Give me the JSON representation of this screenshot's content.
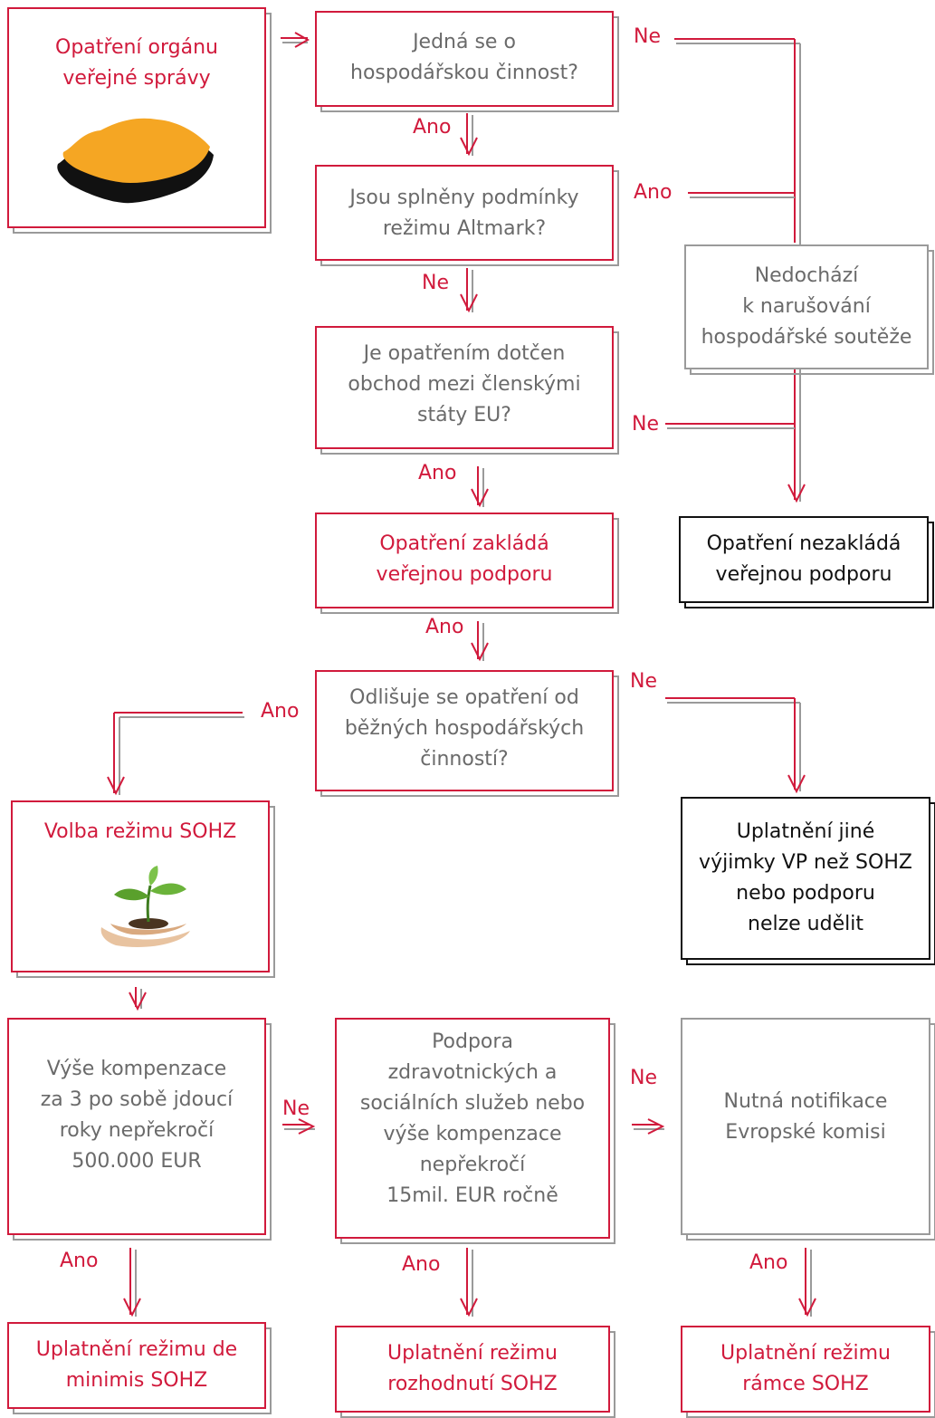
{
  "boxes": {
    "b1": "Opatření orgánu\nveřejné správy",
    "b2": "Jedná se o\nhospodářskou činnost?",
    "b3": "Jsou splněny podmínky\nrežimu Altmark?",
    "b4": "Nedochází\nk narušování\nhospodářské soutěže",
    "b5": "Je opatřením dotčen\nobchod mezi členskými\nstáty EU?",
    "b6": "Opatření zakládá\nveřejnou podporu",
    "b7": "Opatření nezakládá\nveřejnou podporu",
    "b8": "Odlišuje se opatření od\nběžných hospodářských\nčinností?",
    "b9": "Volba režimu SOHZ",
    "b10": "Uplatnění jiné\nvýjimky VP než SOHZ\nnebo podporu\nnelze udělit",
    "b11": "Výše kompenzace\nza 3 po sobě jdoucí\nroky nepřekročí\n500.000 EUR",
    "b12": "Podpora\nzdravotnických a\nsociálních služeb nebo\nvýše kompenzace\nnepřekročí\n15mil. EUR ročně",
    "b13": "Nutná notifikace\nEvropské komisi",
    "b14": "Uplatnění režimu de\nminimis SOHZ",
    "b15": "Uplatnění režimu\nrozhodnutí SOHZ",
    "b16": "Uplatnění režimu\nrámce SOHZ"
  },
  "labels": {
    "l1": "Ne",
    "l2": "Ano",
    "l3": "Ano",
    "l4": "Ne",
    "l5": "Ne",
    "l6": "Ano",
    "l7": "Ano",
    "l8": "Ano",
    "l9": "Ne",
    "l10": "Ne",
    "l11": "Ne",
    "l12": "Ano",
    "l13": "Ano",
    "l14": "Ano"
  },
  "colors": {
    "accent_red": "#d11a3c",
    "connector_gray": "#9a9a9a",
    "text_gray": "#6a6a6a"
  },
  "images": {
    "map": "czech-map-picture",
    "plant": "plant-in-hands-picture"
  }
}
